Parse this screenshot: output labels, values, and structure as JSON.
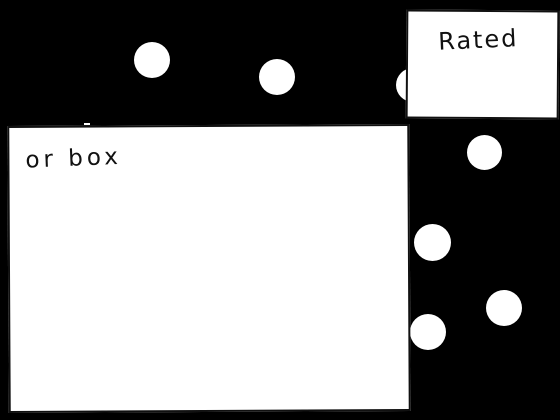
{
  "colors": {
    "background": "#000000",
    "foreground": "#ffffff",
    "ink": "#111111"
  },
  "rated_panel": {
    "label": "Rated"
  },
  "main_panel": {
    "label": "or box"
  },
  "dots_count": 7
}
